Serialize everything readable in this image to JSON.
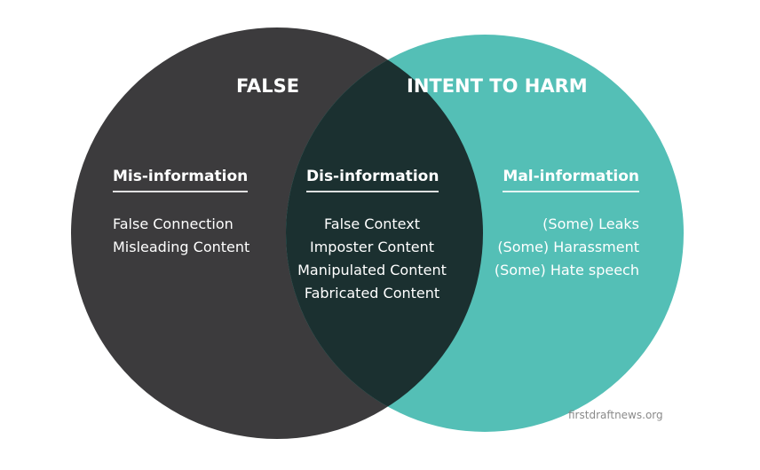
{
  "colors": {
    "left_circle": "#3c3b3d",
    "right_circle": "#54bfb6",
    "overlap": "#1b3030",
    "text": "#ffffff",
    "credit": "#8a8a8a"
  },
  "sets": {
    "left": {
      "title": "FALSE",
      "heading": "Mis-information",
      "items": [
        "False Connection",
        "Misleading Content"
      ]
    },
    "overlap": {
      "heading": "Dis-information",
      "items": [
        "False Context",
        "Imposter Content",
        "Manipulated Content",
        "Fabricated Content"
      ]
    },
    "right": {
      "title": "INTENT TO HARM",
      "heading": "Mal-information",
      "items": [
        "(Some) Leaks",
        "(Some) Harassment",
        "(Some) Hate speech"
      ]
    }
  },
  "credit": "firstdraftnews.org"
}
